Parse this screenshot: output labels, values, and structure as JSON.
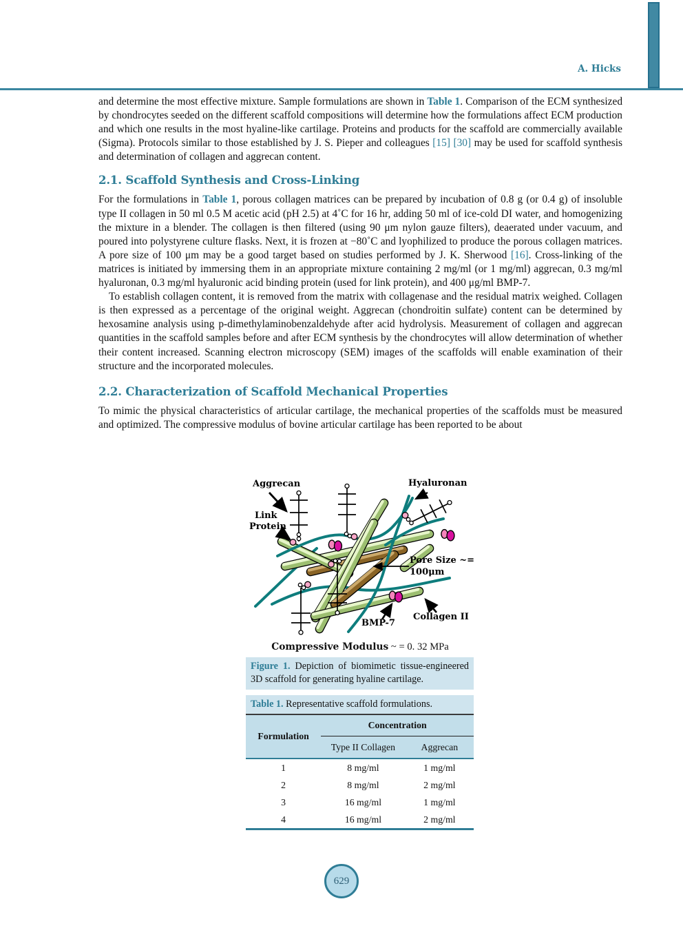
{
  "colors": {
    "teal": "#2E7D96",
    "rule": "#3A86A0",
    "caption_bg": "#CFE4EE",
    "table_header_bg": "#C2DEEA",
    "hyaluronan_teal": "#0E7D7D",
    "bmp_magenta": "#D8109E",
    "bmp_pink": "#F583BC",
    "circle_fill": "#B7DBEA"
  },
  "header": {
    "author": "A. Hicks"
  },
  "content": {
    "para1": [
      {
        "s": "n",
        "t": "and determine the most effective mixture. Sample formulations are shown in "
      },
      {
        "s": "b",
        "t": "Table 1"
      },
      {
        "s": "n",
        "t": ". Comparison of the ECM synthesized by chondrocytes seeded on the different scaffold compositions will determine how the formulations affect ECM production and which one results in the most hyaline-like cartilage. Proteins and products for the scaffold are commercially available (Sigma). Protocols similar to those established by J. S. Pieper and colleagues "
      },
      {
        "s": "l",
        "t": "[15] [30]"
      },
      {
        "s": "n",
        "t": " may be used for scaffold synthesis and determination of collagen and aggrecan content."
      }
    ],
    "section21": {
      "title": "2.1. Scaffold Synthesis and Cross-Linking"
    },
    "para2": [
      {
        "s": "n",
        "t": "For the formulations in "
      },
      {
        "s": "b",
        "t": "Table 1"
      },
      {
        "s": "n",
        "t": ", porous collagen matrices can be prepared by incubation of 0.8 g (or 0.4 g) of insoluble type II collagen in 50 ml 0.5 M acetic acid (pH 2.5) at 4˚C for 16 hr, adding 50 ml of ice-cold DI water, and homogenizing the mixture in a blender. The collagen is then filtered (using 90 μm nylon gauze filters), deaerated under vacuum, and poured into polystyrene culture flasks. Next, it is frozen at −80˚C and lyophilized to produce the porous collagen matrices. A pore size of 100 μm may be a good target based on studies performed by J. K. Sherwood "
      },
      {
        "s": "l",
        "t": "[16]"
      },
      {
        "s": "n",
        "t": ". Cross-linking of the matrices is initiated by immersing them in an appropriate mixture containing 2 mg/ml (or 1 mg/ml) aggrecan, 0.3 mg/ml hyaluronan, 0.3 mg/ml hyaluronic acid binding protein (used for link protein), and 400 μg/ml BMP-7."
      }
    ],
    "para3": [
      {
        "s": "n",
        "t": "To establish collagen content, it is removed from the matrix with collagenase and the residual matrix weighed. Collagen is then expressed as a percentage of the original weight. Aggrecan (chondroitin sulfate) content can be determined by hexosamine analysis using p-dimethylaminobenzaldehyde after acid hydrolysis. Measurement of collagen and aggrecan quantities in the scaffold samples before and after ECM synthesis by the chondrocytes will allow determination of whether their content increased. Scanning electron microscopy (SEM) images of the scaffolds will enable examination of their structure and the incorporated molecules."
      }
    ],
    "section22": {
      "title": "2.2. Characterization of Scaffold Mechanical Properties"
    },
    "para4": [
      {
        "s": "n",
        "t": "To mimic the physical characteristics of articular cartilage, the mechanical properties of the scaffolds must be measured and optimized. The compressive modulus of bovine articular cartilage has been reported to be about"
      }
    ]
  },
  "figure": {
    "labels": {
      "aggrecan": "Aggrecan",
      "hyaluronan": "Hyaluronan",
      "link1": "Link",
      "link2": "Protein",
      "pore1": "Pore Size ~=",
      "pore2": "100μm",
      "bmp": "BMP-7",
      "collagen": "Collagen II"
    },
    "modulus_label": "Compressive Modulus",
    "modulus_value": " ~ = 0. 32 MPa",
    "caption_tag": "Figure 1.",
    "caption_text": " Depiction of biomimetic tissue-engineered 3D scaffold for generating hyaline cartilage."
  },
  "table": {
    "caption_tag": "Table 1.",
    "caption_text": " Representative scaffold formulations.",
    "headers": {
      "formulation": "Formulation",
      "concentration": "Concentration",
      "sub1": "Type II Collagen",
      "sub2": "Aggrecan"
    },
    "rows": [
      [
        "1",
        "8 mg/ml",
        "1 mg/ml"
      ],
      [
        "2",
        "8 mg/ml",
        "2 mg/ml"
      ],
      [
        "3",
        "16 mg/ml",
        "1 mg/ml"
      ],
      [
        "4",
        "16 mg/ml",
        "2 mg/ml"
      ]
    ]
  },
  "footer": {
    "page_number": "629"
  }
}
